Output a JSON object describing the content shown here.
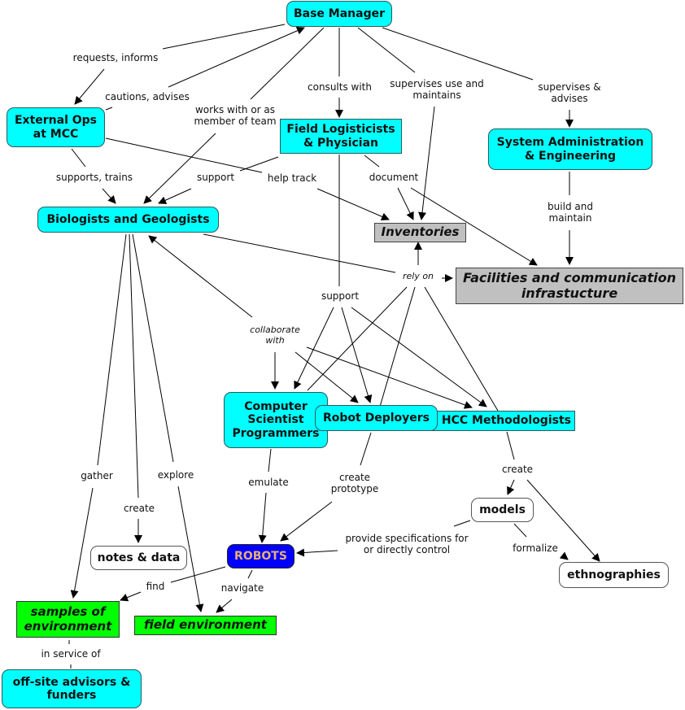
{
  "nodes": {
    "base_manager": "Base Manager",
    "external_ops": "External Ops\nat MCC",
    "field_logisticists": "Field Logisticists\n& Physician",
    "sysadmin": "System Administration\n& Engineering",
    "biologists": "Biologists and Geologists",
    "inventories": "Inventories",
    "facilities": "Facilities and communication\ninfrastucture",
    "cs_programmers": "Computer\nScientist\nProgrammers",
    "robot_deployers": "Robot Deployers",
    "hcc": "HCC Methodologists",
    "models": "models",
    "ethnographies": "ethnographies",
    "notes": "notes & data",
    "robots": "ROBOTS",
    "samples": "samples of\nenvironment",
    "field_env": "field environment",
    "advisors": "off-site advisors &\nfunders"
  },
  "links": {
    "requests_informs": "requests, informs",
    "cautions_advises": "cautions, advises",
    "works_with": "works with or as\nmember of team",
    "consults_with": "consults with",
    "supervises_use": "supervises use and\nmaintains",
    "supervises_advises": "supervises &\nadvises",
    "supports_trains": "supports, trains",
    "support_1": "support",
    "help_track": "help track",
    "document": "document",
    "build_maintain": "build and\nmaintain",
    "rely_on": "rely on",
    "support_2": "support",
    "collaborate_with": "collaborate\nwith",
    "gather": "gather",
    "create_1": "create",
    "explore": "explore",
    "emulate": "emulate",
    "create_prototype": "create\nprototype",
    "create_2": "create",
    "provide_specs": "provide specifications for\nor directly control",
    "formalize": "formalize",
    "find": "find",
    "navigate": "navigate",
    "in_service_of": "in service of"
  },
  "colors": {
    "person_node": "#00ffff",
    "resource_node": "#c0c0c0",
    "environment_node": "#00ff00",
    "robots_node": "#0000ff",
    "robots_text": "#e8b070"
  }
}
